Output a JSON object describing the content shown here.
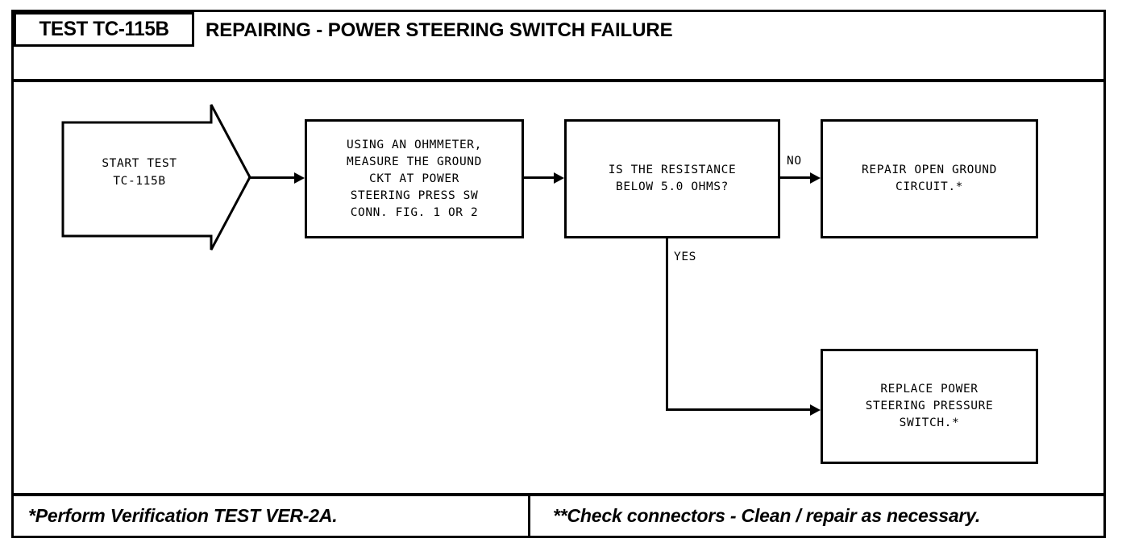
{
  "header": {
    "badge_label": "TEST TC-115B",
    "title": "REPAIRING - POWER STEERING SWITCH FAILURE"
  },
  "flow": {
    "start": {
      "shape": "arrow-pentagon",
      "text": "START TEST\nTC-115B"
    },
    "nodes": [
      {
        "id": "measure",
        "shape": "rectangle",
        "text": "USING AN OHMMETER,\nMEASURE THE GROUND\nCKT AT POWER\nSTEERING PRESS SW\nCONN. FIG. 1 OR 2"
      },
      {
        "id": "decision",
        "shape": "rectangle",
        "text": "IS THE RESISTANCE\nBELOW 5.0 OHMS?"
      },
      {
        "id": "repair",
        "shape": "rectangle",
        "text": "REPAIR OPEN GROUND\nCIRCUIT.*"
      },
      {
        "id": "replace",
        "shape": "rectangle",
        "text": "REPLACE POWER\nSTEERING PRESSURE\nSWITCH.*"
      }
    ],
    "edge_labels": {
      "no": "NO",
      "yes": "YES"
    }
  },
  "footer": {
    "left_note": "*Perform Verification TEST VER-2A.",
    "right_note": "**Check connectors - Clean / repair as necessary."
  },
  "colors": {
    "ink": "#000000",
    "paper": "#ffffff"
  }
}
